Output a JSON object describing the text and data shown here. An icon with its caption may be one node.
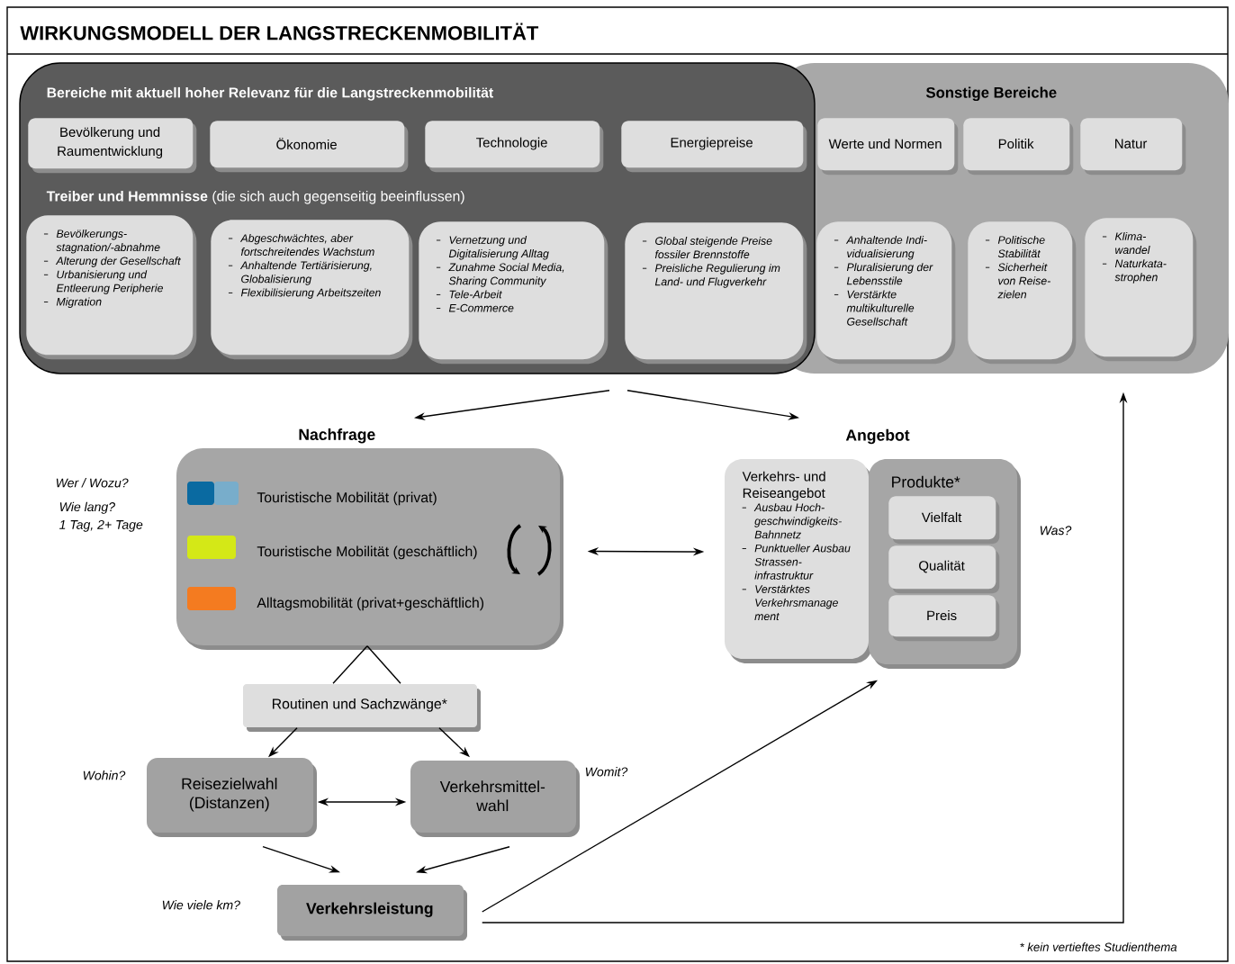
{
  "diagram": {
    "title": "WIRKUNGSMODELL DER LANGSTRECKENMOBILITÄT",
    "nodes": [
      {
        "text": [
          "Bereiche mit aktuell hoher Relevanz für die Langstreckenmobilität",
          "**Treiber und Hemmnisse** (die sich auch gegenseitig beeinflussen)"
        ]
      },
      {
        "text": [
          "Sonstige Bereiche"
        ]
      },
      {
        "text": [
          "Bevölkerung und Raumentwicklung"
        ],
        "in": 0
      },
      {
        "text": [
          "Ökonomie"
        ],
        "in": 0
      },
      {
        "text": [
          "Technologie"
        ],
        "in": 0
      },
      {
        "text": [
          "Energiepreise"
        ],
        "in": 0
      },
      {
        "text": [
          "Bevölkerungs- stagnation/-abnahme",
          "Alterung der Gesellschaft",
          "Urbanisierung und Entleerung Peripherie",
          "Migration"
        ],
        "in": 0
      },
      {
        "text": [
          "Abgeschwächtes, aber fortschreitendes Wachstum",
          "Anhaltende Tertiärisierung, Globalisierung",
          "Flexibilisierung Arbeitszeiten"
        ],
        "in": 0
      },
      {
        "text": [
          "Vernetzung und Digitalisierung Alltag",
          "Zunahme Social Media, Sharing Community",
          "Tele-Arbeit",
          "E-Commerce"
        ],
        "in": 0
      },
      {
        "text": [
          "Global steigende Preise fossiler Brennstoffe",
          "Preisliche Regulierung im Land- und Flugverkehr"
        ],
        "in": 0
      },
      {
        "text": [
          "Werte und Normen"
        ],
        "in": 1
      },
      {
        "text": [
          "Politik"
        ],
        "in": 1
      },
      {
        "text": [
          "Natur"
        ],
        "in": 1
      },
      {
        "text": [
          "Anhaltende Indi- vidualisierung",
          "Pluralisierung der Lebensstile",
          "Verstärkte multikulturelle Gesellschaft"
        ],
        "in": 1
      },
      {
        "text": [
          "Politische Stabilität",
          "Sicherheit von Reise- zielen"
        ],
        "in": 1
      },
      {
        "text": [
          "Klima- wandel",
          "Naturkata- strophen"
        ],
        "in": 1
      },
      {
        "text": [
          "Nachfrage"
        ],
        "beside": [
          "Wer / Wozu?",
          "Wie lang?",
          "1 Tag, 2+ Tage"
        ]
      },
      {
        "text": [
          "Verkehrs- und Reiseangebot",
          "Ausbau Hoch- geschwindigkeits- Bahnnetz",
          "Punktueller Ausbau Strassen- infrastruktur",
          "Verstärktes Verkehrsmanage ment"
        ]
      },
      {
        "text": [
          "Produkte*"
        ],
        "beside": [
          "Was?"
        ]
      },
      {
        "text": [
          "Vielfalt"
        ],
        "in": 18
      },
      {
        "text": [
          "Qualität"
        ],
        "in": 18
      },
      {
        "text": [
          "Preis"
        ],
        "in": 18
      },
      {
        "text": [
          "Routinen und Sachzwänge*"
        ]
      },
      {
        "text": [
          "Reisezielwahl (Distanzen)"
        ],
        "beside": [
          "Wohin?"
        ]
      },
      {
        "text": [
          "Verkehrsmittel- wahl"
        ],
        "beside": [
          "Womit?"
        ]
      },
      {
        "text": [
          "Verkehrsleistung"
        ],
        "beside": [
          "Wie viele km?"
        ]
      }
    ],
    "edges": [
      {
        "from": 0,
        "to": 16,
        "arrow": "to"
      },
      {
        "from": 0,
        "to": 17,
        "arrow": "to"
      },
      {
        "from": 16,
        "to": 17,
        "arrow": "both"
      },
      {
        "from": 16,
        "to": 22,
        "arrow": "none"
      },
      {
        "from": 16,
        "to": 22,
        "arrow": "none"
      },
      {
        "from": 22,
        "to": 23,
        "arrow": "to"
      },
      {
        "from": 22,
        "to": 24,
        "arrow": "to"
      },
      {
        "from": 23,
        "to": 24,
        "arrow": "both"
      },
      {
        "from": 23,
        "to": 25,
        "arrow": "to"
      },
      {
        "from": 24,
        "to": 25,
        "arrow": "to"
      },
      {
        "from": 25,
        "to": 18,
        "arrow": "to"
      },
      {
        "from": 25,
        "to": 1,
        "arrow": "to"
      }
    ],
    "labels": [
      "Angebot",
      "* kein vertieftes Studienthema"
    ],
    "legend": [
      {
        "text": "Touristische Mobilität (privat)",
        "color": "#0a6aa1"
      },
      {
        "text": "Touristische Mobilität (geschäftlich)",
        "color": "#d4e817"
      },
      {
        "text": "Alltagsmobilität (privat+geschäftlich)",
        "color": "#f47b20"
      }
    ]
  }
}
